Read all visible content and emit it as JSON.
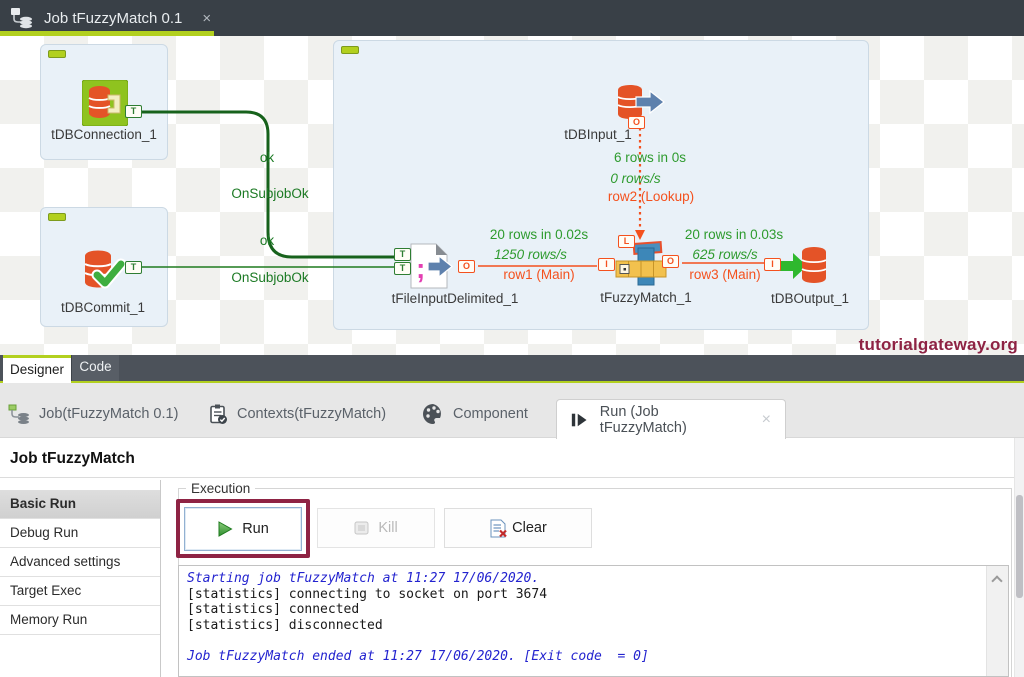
{
  "colors": {
    "lime": "#b2d01f",
    "darkbar": "#394047",
    "orange": "#f4511e",
    "statgreen": "#2e9b2e",
    "maroon": "#8e2344",
    "consoleblue": "#2323cf"
  },
  "editor": {
    "title": "Job tFuzzyMatch 0.1",
    "close": "×"
  },
  "canvas": {
    "watermark": "tutorialgateway.org",
    "connector_letters": {
      "trigger": "T",
      "output": "O",
      "input": "I",
      "lookup": "L"
    },
    "components": {
      "db_connection": "tDBConnection_1",
      "db_commit": "tDBCommit_1",
      "db_input": "tDBInput_1",
      "file_input": "tFileInputDelimited_1",
      "fuzzy_match": "tFuzzyMatch_1",
      "db_output": "tDBOutput_1"
    },
    "links": {
      "ok_top": "ok",
      "on_subjob_ok_top": "OnSubjobOk",
      "ok_bottom": "ok",
      "on_subjob_ok_bottom": "OnSubjobOk",
      "row1": "row1 (Main)",
      "row2": "row2 (Lookup)",
      "row3": "row3 (Main)"
    },
    "stats": {
      "lookup": {
        "rows": "6 rows in 0s",
        "rate": "0 rows/s"
      },
      "main_in": {
        "rows": "20 rows in 0.02s",
        "rate": "1250 rows/s"
      },
      "main_out": {
        "rows": "20 rows in 0.03s",
        "rate": "625 rows/s"
      }
    }
  },
  "mode_tabs": {
    "designer": "Designer",
    "code": "Code"
  },
  "view_tabs": {
    "job": "Job(tFuzzyMatch 0.1)",
    "contexts": "Contexts(tFuzzyMatch)",
    "component": "Component",
    "run": "Run (Job tFuzzyMatch)",
    "run_close": "×"
  },
  "run_view": {
    "title": "Job tFuzzyMatch",
    "sidebar": [
      "Basic Run",
      "Debug Run",
      "Advanced settings",
      "Target Exec",
      "Memory Run"
    ],
    "execution": {
      "label": "Execution",
      "run_label": "Run",
      "kill_label": "Kill",
      "clear_label": "Clear",
      "console": [
        {
          "text": "Starting job tFuzzyMatch at 11:27 17/06/2020."
        },
        {
          "text": "[statistics] connecting to socket on port 3674"
        },
        {
          "text": "[statistics] connected"
        },
        {
          "text": "[statistics] disconnected"
        },
        {
          "text": ""
        },
        {
          "text": "Job tFuzzyMatch ended at 11:27 17/06/2020. [Exit code  = 0]"
        }
      ]
    }
  }
}
